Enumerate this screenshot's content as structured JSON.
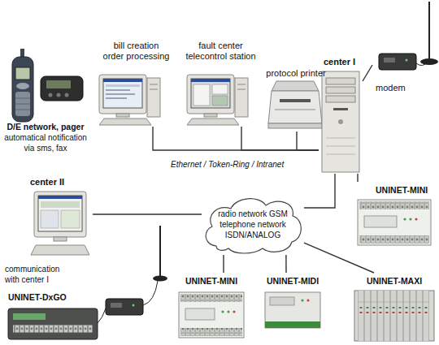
{
  "diagram": {
    "nodes": [
      {
        "text": [
          "bill creation order processing"
        ]
      },
      {
        "text": [
          "fault center telecontrol station"
        ]
      },
      {
        "text": [
          "protocol printer"
        ]
      },
      {
        "text": [
          "center I"
        ]
      },
      {
        "text": [
          "modem"
        ]
      },
      {
        "text": [
          "D/E network, pager",
          "automatical notification via sms, fax"
        ]
      },
      {
        "text": [
          "center II",
          "communication with center I"
        ]
      },
      {
        "text": [
          "radio network GSM telephone network ISDN/ANALOG"
        ]
      },
      {
        "text": [
          "UNINET-MINI"
        ]
      },
      {
        "text": [
          "UNINET-DxGO"
        ]
      },
      {
        "text": [
          "UNINET-MINI"
        ]
      },
      {
        "text": [
          "UNINET-MIDI"
        ]
      },
      {
        "text": [
          "UNINET-MAXI"
        ]
      }
    ],
    "edges": [
      {
        "from": 0,
        "to": 3,
        "arrow": "none"
      },
      {
        "from": 1,
        "to": 3,
        "arrow": "none"
      },
      {
        "from": 2,
        "to": 3,
        "arrow": "none"
      },
      {
        "from": 3,
        "to": 4,
        "arrow": "none"
      },
      {
        "from": 6,
        "to": 7,
        "arrow": "none"
      },
      {
        "from": 7,
        "to": 3,
        "arrow": "none"
      },
      {
        "from": 3,
        "to": 8,
        "arrow": "none"
      },
      {
        "from": 7,
        "to": 10,
        "arrow": "none"
      },
      {
        "from": 7,
        "to": 11,
        "arrow": "none"
      },
      {
        "from": 7,
        "to": 12,
        "arrow": "none"
      }
    ],
    "labels": [
      "Ethernet / Token-Ring / Intranet"
    ]
  }
}
